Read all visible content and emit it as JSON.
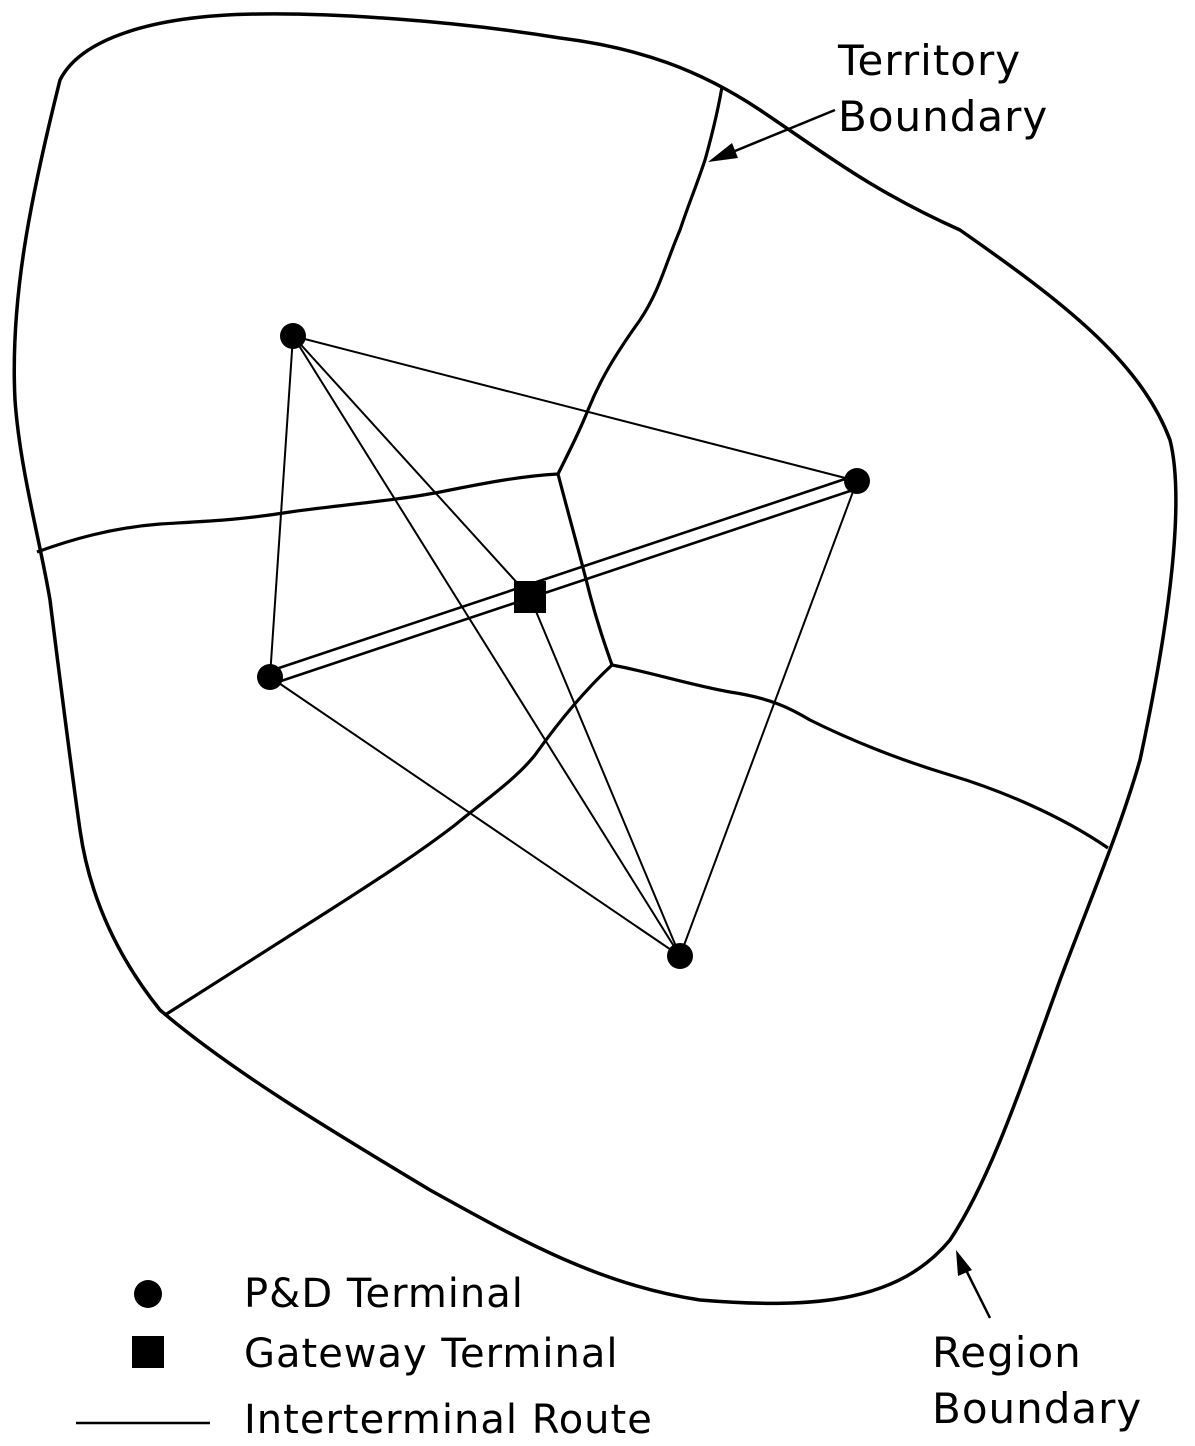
{
  "annotations": {
    "territory_boundary": [
      "Territory",
      "Boundary"
    ],
    "region_boundary": [
      "Region",
      "Boundary"
    ]
  },
  "legend": {
    "pd_terminal": "P&D Terminal",
    "gateway_terminal": "Gateway Terminal",
    "interterminal_route": "Interterminal Route"
  },
  "icons": {
    "pd_terminal": "filled-circle",
    "gateway_terminal": "filled-square",
    "interterminal_route": "line"
  },
  "colors": {
    "ink": "#000000",
    "background": "#ffffff"
  }
}
